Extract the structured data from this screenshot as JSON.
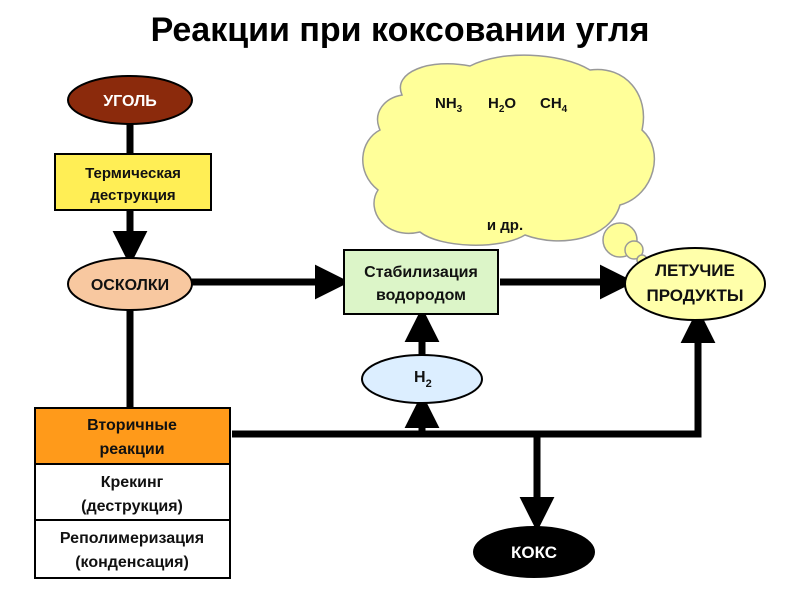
{
  "title": "Реакции при коксовании угля",
  "colors": {
    "coal": "#8b2a0c",
    "yellow_box": "#ffee55",
    "orange_box": "#ff9a1a",
    "peach": "#f8c8a0",
    "green_box": "#dcf5c8",
    "blue_ellipse": "#dceeff",
    "cloud": "#ffff99",
    "volatile": "#ffffaa",
    "coke": "#000000",
    "arrow": "#000000"
  },
  "nodes": {
    "coal": "УГОЛЬ",
    "thermal_line1": "Термическая",
    "thermal_line2": "деструкция",
    "fragments": "ОСКОЛКИ",
    "stabilization_line1": "Стабилизация",
    "stabilization_line2": "водородом",
    "volatile_line1": "ЛЕТУЧИЕ",
    "volatile_line2": "ПРОДУКТЫ",
    "hydrogen_main": "H",
    "hydrogen_sub": "2",
    "secondary_line1": "Вторичные",
    "secondary_line2": "реакции",
    "cracking_line1": "Крекинг",
    "cracking_line2": "(деструкция)",
    "repoly_line1": "Реполимеризация",
    "repoly_line2": "(конденсация)",
    "coke": "КОКС"
  },
  "cloud": {
    "nh3_main": "NH",
    "nh3_sub": "3",
    "h2o_main": "H",
    "h2o_sub": "2",
    "h2o_tail": "O",
    "ch4_main": "CH",
    "ch4_sub": "4",
    "etc": "и др."
  }
}
